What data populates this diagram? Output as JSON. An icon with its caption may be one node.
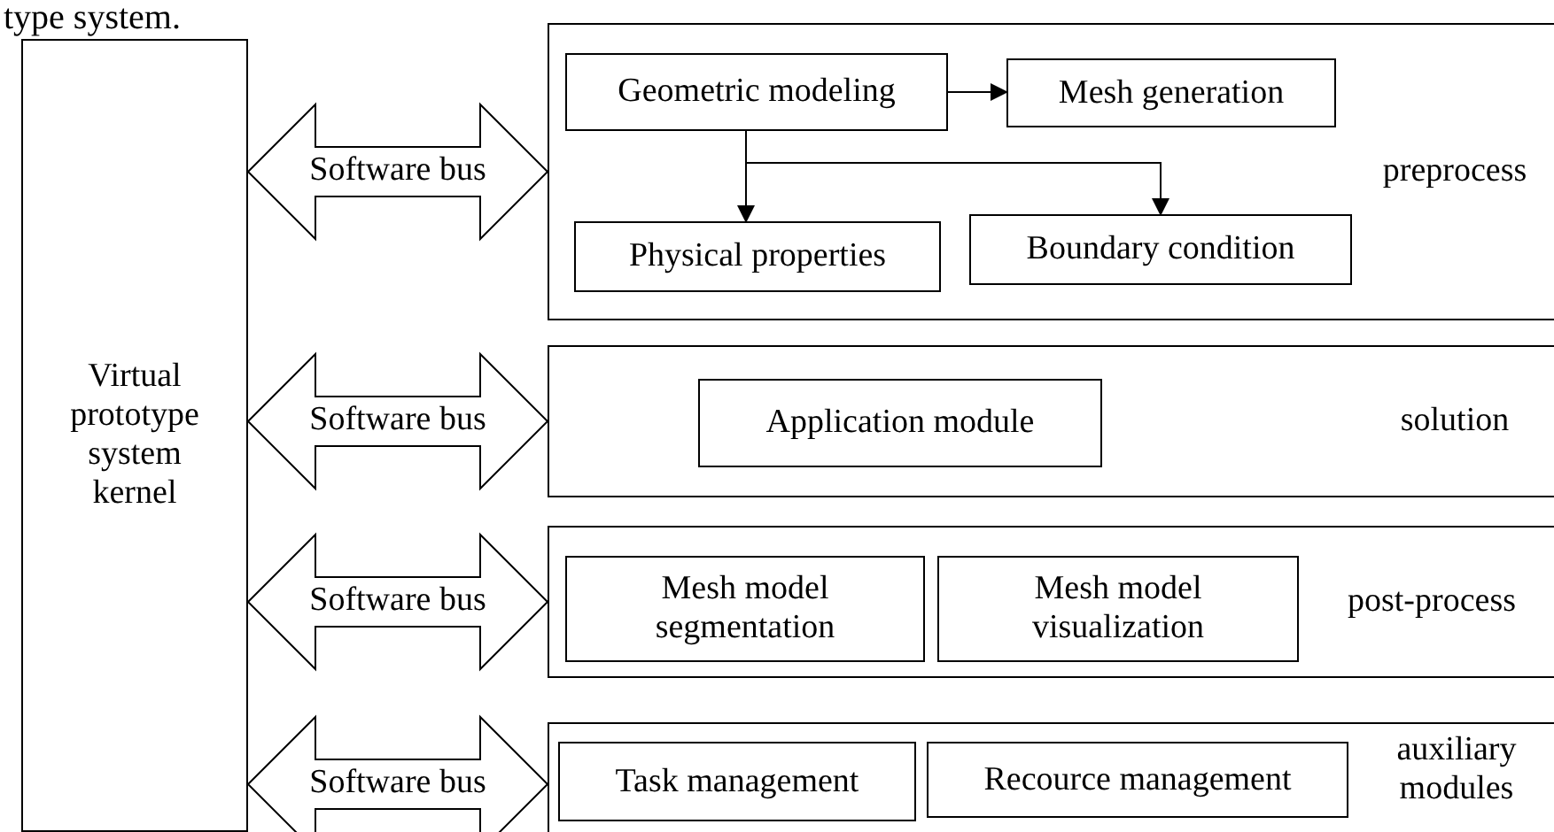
{
  "diagram": {
    "nodes": [
      {
        "text": [
          "Virtual prototype system kernel"
        ]
      },
      {
        "text": [
          "preprocess"
        ]
      },
      {
        "text": [
          "Geometric modeling"
        ],
        "in": 1
      },
      {
        "text": [
          "Mesh generation"
        ],
        "in": 1
      },
      {
        "text": [
          "Physical properties"
        ],
        "in": 1
      },
      {
        "text": [
          "Boundary condition"
        ],
        "in": 1
      },
      {
        "text": [
          "solution"
        ]
      },
      {
        "text": [
          "Application module"
        ],
        "in": 6
      },
      {
        "text": [
          "post-process"
        ]
      },
      {
        "text": [
          "Mesh model segmentation"
        ],
        "in": 8
      },
      {
        "text": [
          "Mesh model visualization"
        ],
        "in": 8
      },
      {
        "text": [
          "auxiliary modules"
        ]
      },
      {
        "text": [
          "Task management"
        ],
        "in": 11
      },
      {
        "text": [
          "Recource management"
        ],
        "in": 11
      }
    ],
    "edges": [
      {
        "from": 0,
        "to": 1,
        "arrow": "both",
        "label": "Software bus",
        "style": "thick"
      },
      {
        "from": 0,
        "to": 6,
        "arrow": "both",
        "label": "Software bus",
        "style": "thick"
      },
      {
        "from": 0,
        "to": 8,
        "arrow": "both",
        "label": "Software bus",
        "style": "thick"
      },
      {
        "from": 0,
        "to": 11,
        "arrow": "both",
        "label": "Software bus",
        "style": "thick"
      },
      {
        "from": 2,
        "to": 3,
        "arrow": "to"
      },
      {
        "from": 2,
        "to": 4,
        "arrow": "to"
      },
      {
        "from": 2,
        "to": 5,
        "arrow": "to"
      }
    ],
    "labels": [
      "type system."
    ]
  }
}
